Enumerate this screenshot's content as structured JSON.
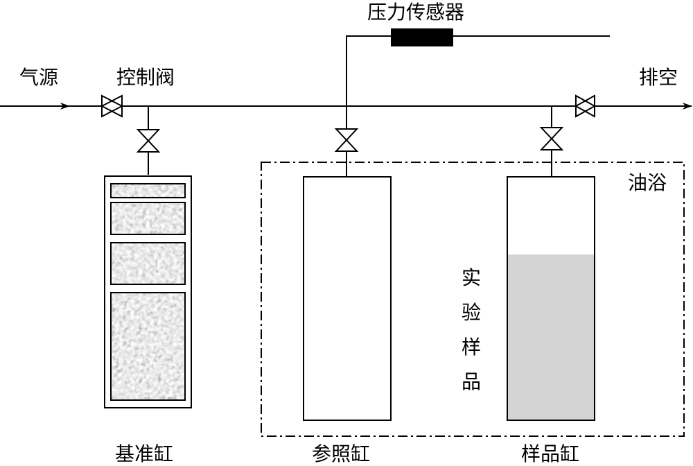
{
  "labels": {
    "gas_source": "气源",
    "control_valve": "控制阀",
    "pressure_sensor": "压力传感器",
    "exhaust": "排空",
    "oil_bath": "油浴",
    "reference_cylinder": "基准缸",
    "reference_tank": "参照缸",
    "sample_cylinder": "样品缸",
    "sample_vertical": [
      "实",
      "验",
      "样",
      "品"
    ]
  },
  "colors": {
    "line": "#000000",
    "sample_fill": "#d4d4d4",
    "sensor": "#000000"
  },
  "sample_fill_level": 0.68
}
